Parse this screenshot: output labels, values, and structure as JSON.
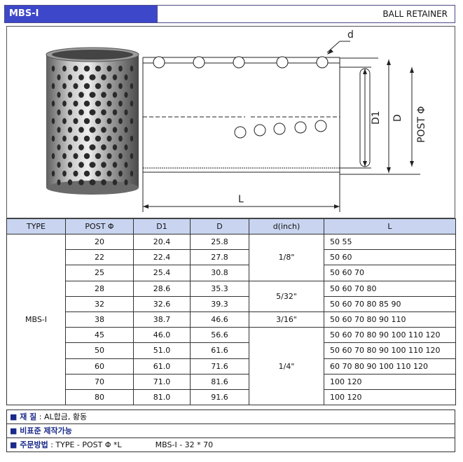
{
  "header": {
    "code": "MBS-I",
    "title": "BALL RETAINER"
  },
  "drawing": {
    "label_d": "d",
    "label_D1": "D1",
    "label_D": "D",
    "label_post": "POST Φ",
    "label_L": "L"
  },
  "table": {
    "headers": [
      "TYPE",
      "POST Φ",
      "D1",
      "D",
      "d(inch)",
      "L"
    ],
    "type": "MBS-I",
    "rows": [
      {
        "post": "20",
        "d1": "20.4",
        "D": "25.8",
        "L": "50 55"
      },
      {
        "post": "22",
        "d1": "22.4",
        "D": "27.8",
        "L": "50 60"
      },
      {
        "post": "25",
        "d1": "25.4",
        "D": "30.8",
        "L": "50 60 70"
      },
      {
        "post": "28",
        "d1": "28.6",
        "D": "35.3",
        "L": "50 60 70 80"
      },
      {
        "post": "32",
        "d1": "32.6",
        "D": "39.3",
        "L": "50 60 70 80 85 90"
      },
      {
        "post": "38",
        "d1": "38.7",
        "D": "46.6",
        "L": "50 60 70 80 90 110"
      },
      {
        "post": "45",
        "d1": "46.0",
        "D": "56.6",
        "L": "50 60 70 80 90 100 110 120"
      },
      {
        "post": "50",
        "d1": "51.0",
        "D": "61.6",
        "L": "50 60 70 80 90 100 110 120"
      },
      {
        "post": "60",
        "d1": "61.0",
        "D": "71.6",
        "L": "60 70 80 90 100 110 120"
      },
      {
        "post": "70",
        "d1": "71.0",
        "D": "81.6",
        "L": "100 120"
      },
      {
        "post": "80",
        "d1": "81.0",
        "D": "91.6",
        "L": "100 120"
      }
    ],
    "d_groups": [
      "1/8\"",
      "5/32\"",
      "3/16\"",
      "1/4\""
    ]
  },
  "notes": {
    "material_label": "■ 재    질",
    "material_value": " : AL합금, 황동",
    "nonstandard": "■ 비표준 제작가능",
    "order_label": "■ 주문방법",
    "order_value": " :  TYPE - POST Φ *L",
    "order_example": "MBS-I - 32 * 70"
  }
}
